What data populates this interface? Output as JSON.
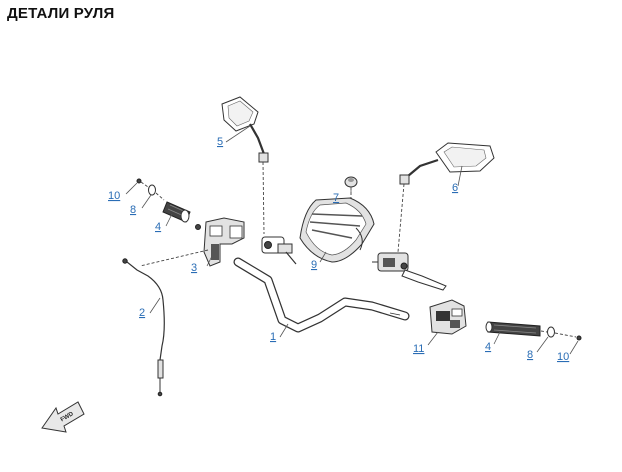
{
  "title": "ДЕТАЛИ РУЛЯ",
  "callouts": [
    {
      "id": "c1",
      "label": "1"
    },
    {
      "id": "c2",
      "label": "2"
    },
    {
      "id": "c3",
      "label": "3"
    },
    {
      "id": "c4l",
      "label": "4"
    },
    {
      "id": "c4r",
      "label": "4"
    },
    {
      "id": "c5",
      "label": "5"
    },
    {
      "id": "c6",
      "label": "6"
    },
    {
      "id": "c7",
      "label": "7"
    },
    {
      "id": "c8l",
      "label": "8"
    },
    {
      "id": "c8r",
      "label": "8"
    },
    {
      "id": "c9",
      "label": "9"
    },
    {
      "id": "c10l",
      "label": "10"
    },
    {
      "id": "c10r",
      "label": "10"
    },
    {
      "id": "c11",
      "label": "11"
    }
  ],
  "fwd_marker": "FWD",
  "colors": {
    "callout": "#2a6db5",
    "line": "#333333"
  }
}
